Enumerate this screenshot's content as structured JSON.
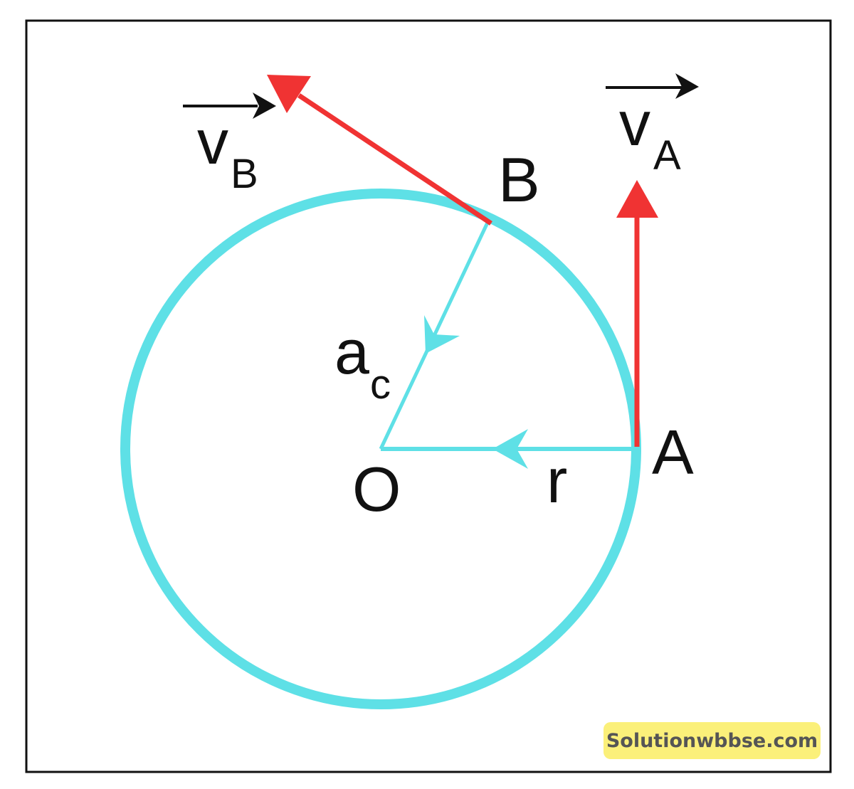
{
  "labels": {
    "point_a": "A",
    "point_b": "B",
    "center": "O",
    "radius": "r",
    "velocity_a_main": "v",
    "velocity_a_sub": "A",
    "velocity_b_main": "v",
    "velocity_b_sub": "B",
    "accel_main": "a",
    "accel_sub": "c"
  },
  "watermark": "Solutionwbbse.com",
  "colors": {
    "circle": "#5ee0e6",
    "velocity": "#f03333",
    "ink": "#111111",
    "watermark_bg": "#fbf07a"
  }
}
